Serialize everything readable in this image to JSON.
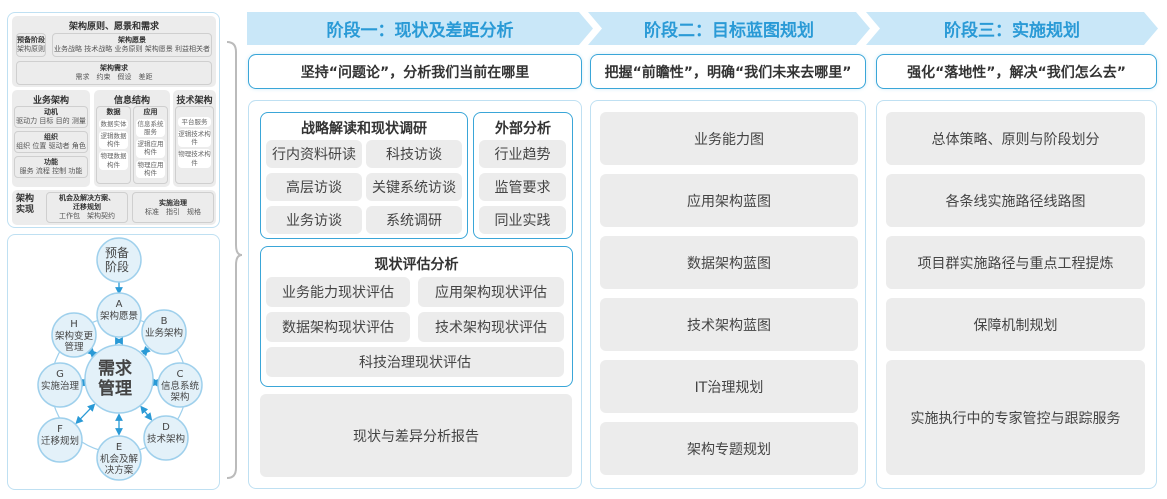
{
  "left_panel": {
    "principles": {
      "title": "架构原则、愿景和需求",
      "prelim": {
        "title": "预备阶段",
        "items": "架构原则"
      },
      "vision": {
        "title": "架构愿景",
        "items": "业务战略 技术战略 业务原则 架构愿景 利益相关者"
      },
      "requirements": {
        "title": "架构需求",
        "items": "需求　约束　假设　差距"
      }
    },
    "business": {
      "title": "业务架构",
      "boxes": [
        {
          "title": "动机",
          "items": "驱动力 目标 目的 测量"
        },
        {
          "title": "组织",
          "items": "组织 位置 驱动者 角色"
        },
        {
          "title": "功能",
          "items": "服务 流程 控制 功能"
        }
      ]
    },
    "information": {
      "title": "信息结构",
      "data": {
        "title": "数据",
        "items": [
          "数据实体",
          "逻辑数据构件",
          "物理数据构件"
        ]
      },
      "app": {
        "title": "应用",
        "items": [
          "信息系统服务",
          "逻辑应用构件",
          "物理应用构件"
        ]
      }
    },
    "technology": {
      "title": "技术架构",
      "items": [
        "平台服务",
        "逻辑技术构件",
        "物理技术构件"
      ]
    },
    "realization": {
      "title": "架构实现",
      "opportunity": {
        "title": "机会及解决方案、迁移规划",
        "items": "工作包　架构契约"
      },
      "governance": {
        "title": "实施治理",
        "items": "标准　指引　规格"
      }
    }
  },
  "cycle": {
    "prelim": "预备阶段",
    "center": "需求管理",
    "phases": [
      {
        "letter": "A",
        "label": "架构愿景"
      },
      {
        "letter": "B",
        "label": "业务架构"
      },
      {
        "letter": "C",
        "label": "信息系统架构"
      },
      {
        "letter": "D",
        "label": "技术架构"
      },
      {
        "letter": "E",
        "label": "机会及解决方案"
      },
      {
        "letter": "F",
        "label": "迁移规划"
      },
      {
        "letter": "G",
        "label": "实施治理"
      },
      {
        "letter": "H",
        "label": "架构变更管理"
      }
    ]
  },
  "stages": [
    {
      "title": "阶段一：现状及差距分析",
      "subtitle": "坚持“问题论”，分析我们当前在哪里",
      "strategy": {
        "title": "战略解读和现状调研",
        "items": [
          "行内资料研读",
          "科技访谈",
          "高层访谈",
          "关键系统访谈",
          "业务访谈",
          "系统调研"
        ]
      },
      "external": {
        "title": "外部分析",
        "items": [
          "行业趋势",
          "监管要求",
          "同业实践"
        ]
      },
      "assessment": {
        "title": "现状评估分析",
        "items": [
          "业务能力现状评估",
          "应用架构现状评估",
          "数据架构现状评估",
          "技术架构现状评估",
          "科技治理现状评估"
        ]
      },
      "report": "现状与差异分析报告"
    },
    {
      "title": "阶段二：目标蓝图规划",
      "subtitle": "把握“前瞻性”，明确“我们未来去哪里”",
      "items": [
        "业务能力图",
        "应用架构蓝图",
        "数据架构蓝图",
        "技术架构蓝图",
        "IT治理规划",
        "架构专题规划"
      ]
    },
    {
      "title": "阶段三：实施规划",
      "subtitle": "强化“落地性”，解决“我们怎么去”",
      "items": [
        "总体策略、原则与阶段划分",
        "各条线实施路径线路图",
        "项目群实施路径与重点工程提炼",
        "保障机制规划",
        "实施执行中的专家管控与跟踪服务"
      ]
    }
  ],
  "colors": {
    "accent": "#3aa6d8",
    "stage_bg": "#c9e7f8",
    "stage_text": "#2a9ad6",
    "cell_bg": "#ececec",
    "circle_fill": "#e3f1f9"
  }
}
